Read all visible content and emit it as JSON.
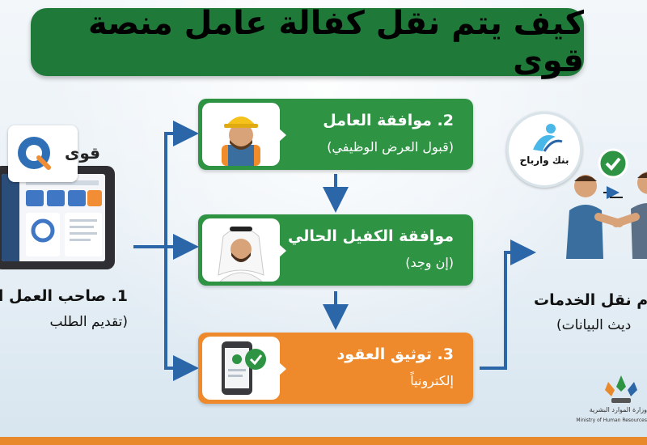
{
  "title": "كيف يتم نقل كفالة عامل منصة قوى",
  "platform": {
    "logo_text": "قوى"
  },
  "steps": [
    {
      "title": "2. موافقة العامل",
      "subtitle": "(قبول العرض الوظيفي)",
      "color": "#2e9444",
      "icon": "worker-helmet-icon"
    },
    {
      "title": "موافقة الكفيل الحالي",
      "subtitle": "(إن وجد)",
      "color": "#2e9444",
      "icon": "saudi-sponsor-icon"
    },
    {
      "title": "3. توثيق العقود",
      "subtitle": "إلكترونياً",
      "color": "#ee8a2c",
      "icon": "smartphone-check-icon"
    }
  ],
  "left_step": {
    "title": "1. صاحب العمل ال",
    "subtitle": "(تقديم الطلب"
  },
  "right_step": {
    "title": "م نقل الخدمات",
    "subtitle": "ديث البيانات)"
  },
  "watermark": {
    "text": "بنك وارباح"
  },
  "ministry": {
    "name": "وزارة الموارد البشرية",
    "name_en": "Ministry of Human Resources"
  },
  "colors": {
    "banner": "#1f7a3a",
    "arrow": "#2b66a8",
    "accent_orange": "#e88a2b"
  }
}
